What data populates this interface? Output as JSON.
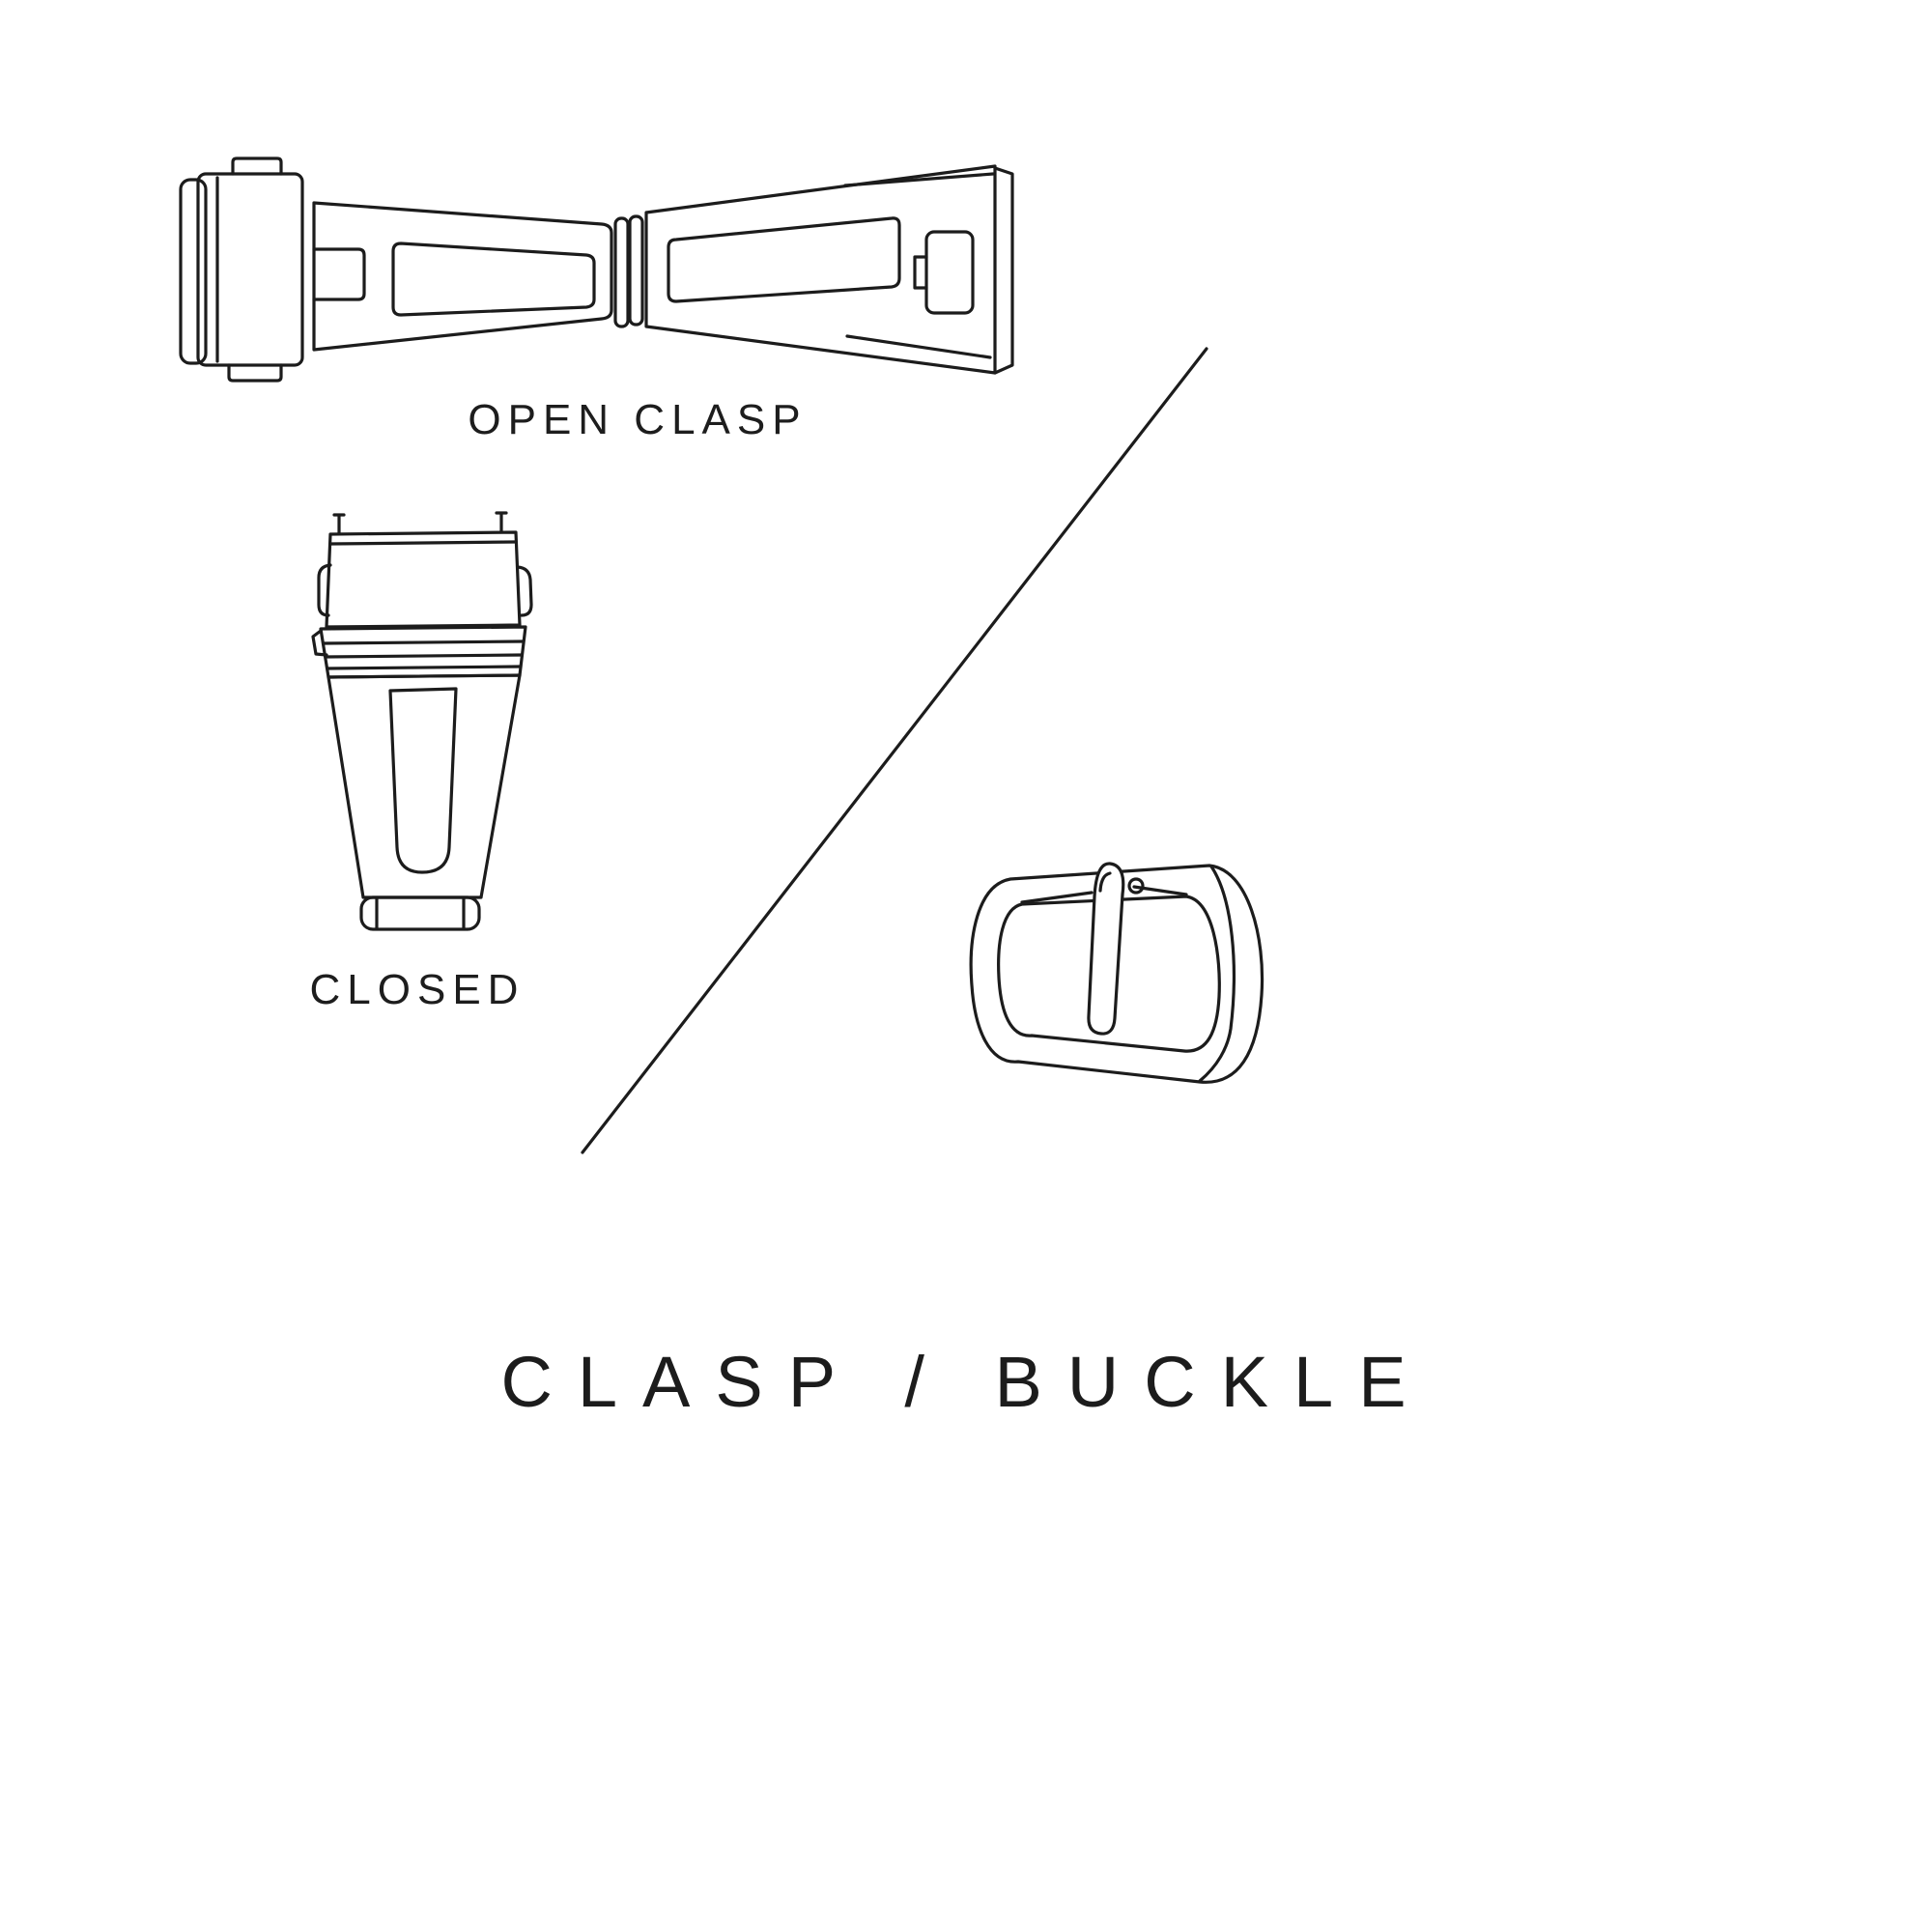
{
  "page": {
    "background_color": "#ffffff",
    "ink_color": "#1c1c1c"
  },
  "title": "CLASP / BUCKLE",
  "labels": {
    "open_clasp": "OPEN CLASP",
    "closed": "CLOSED"
  },
  "illustrations": {
    "open_clasp": "open-clasp-line-drawing",
    "closed_clasp": "closed-clasp-line-drawing",
    "buckle": "pin-buckle-line-drawing",
    "divider": "diagonal-divider-line"
  }
}
